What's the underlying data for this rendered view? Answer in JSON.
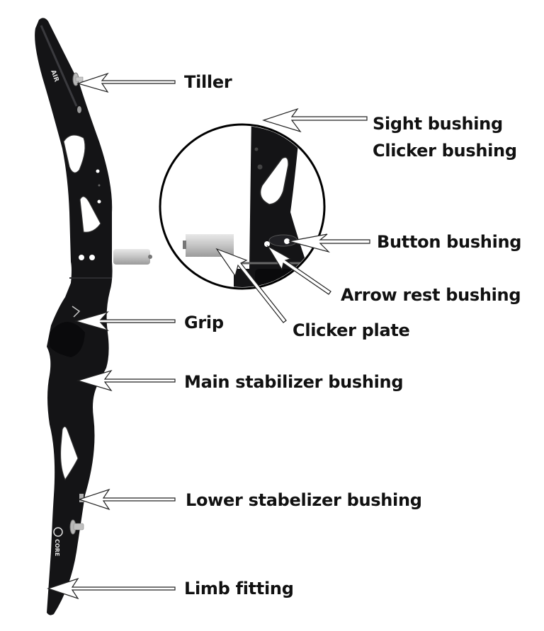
{
  "diagram": {
    "subject": "recurve bow riser",
    "background": "#ffffff",
    "riser_color": "#141416",
    "inset": "magnified view of sight window / arrow rest area",
    "labels": [
      {
        "id": "tiller",
        "text": "Tiller"
      },
      {
        "id": "sight_bushing",
        "text": "Sight bushing"
      },
      {
        "id": "clicker_bushing",
        "text": "Clicker bushing"
      },
      {
        "id": "button_bushing",
        "text": "Button bushing"
      },
      {
        "id": "arrow_rest_bushing",
        "text": "Arrow rest bushing"
      },
      {
        "id": "clicker_plate",
        "text": "Clicker plate"
      },
      {
        "id": "grip",
        "text": "Grip"
      },
      {
        "id": "main_stabilizer_bushing",
        "text": "Main stabilizer bushing"
      },
      {
        "id": "lower_stabelizer_bushing",
        "text": "Lower stabelizer bushing"
      },
      {
        "id": "limb_fitting",
        "text": "Limb fitting"
      }
    ],
    "logos": {
      "upper": "AIR",
      "lower": "CORE"
    }
  }
}
